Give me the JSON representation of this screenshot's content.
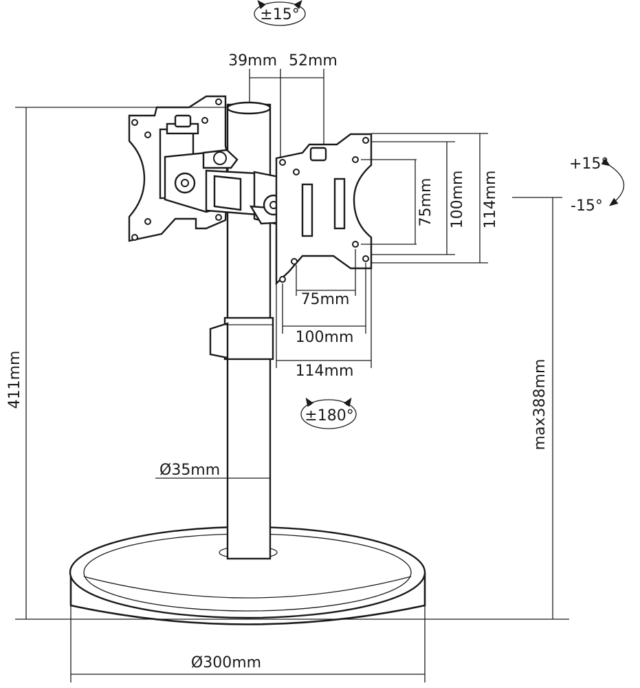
{
  "dimensions": {
    "tilt_top": "±15°",
    "offset_left": "39mm",
    "offset_right": "52mm",
    "vesa_v_75": "75mm",
    "vesa_v_100": "100mm",
    "vesa_v_114": "114mm",
    "tilt_plus": "+15°",
    "tilt_minus": "-15°",
    "vesa_h_75": "75mm",
    "vesa_h_100": "100mm",
    "vesa_h_114": "114mm",
    "rotation": "±180°",
    "pole_diameter": "Ø35mm",
    "total_height": "411mm",
    "max_height": "max388mm",
    "base_diameter": "Ø300mm"
  }
}
